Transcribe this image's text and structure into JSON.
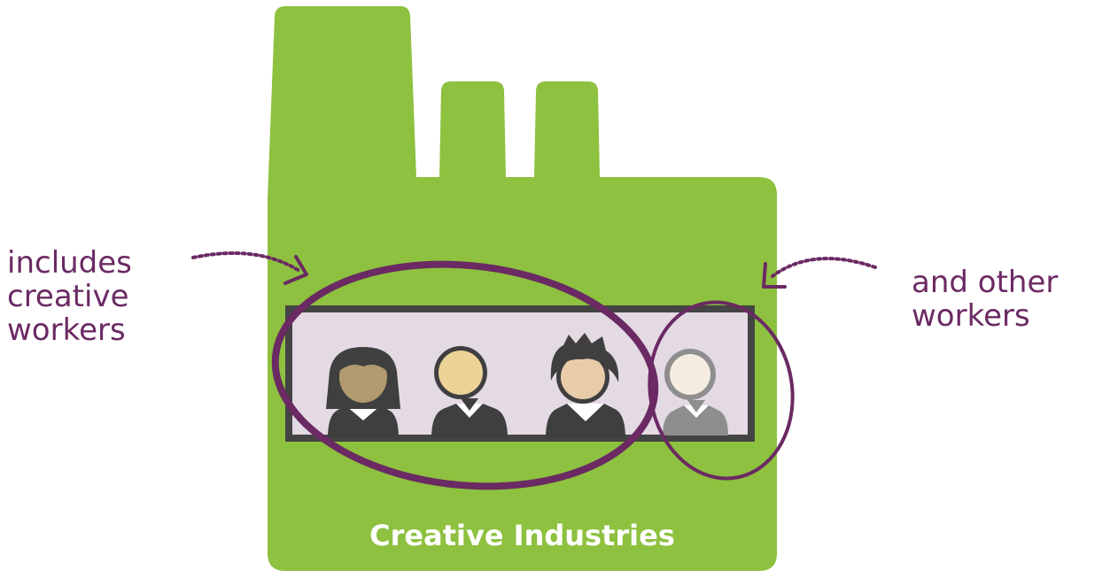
{
  "diagram": {
    "factory_label": "Creative Industries",
    "left_label": [
      "includes",
      "creative",
      "workers"
    ],
    "right_label": [
      "and other",
      "workers"
    ],
    "colors": {
      "factory_green": "#8dc13f",
      "window_fill": "#e3dae4",
      "window_frame": "#444444",
      "accent_purple": "#6b2a63",
      "dark_person": "#3f3f3f",
      "grey_person": "#8e8e8e"
    },
    "people": [
      {
        "role": "creative-worker",
        "hair": "long",
        "skin": "#b09a6e",
        "body": "#3f3f3f"
      },
      {
        "role": "creative-worker",
        "hair": "none",
        "skin": "#ecd396",
        "body": "#3f3f3f"
      },
      {
        "role": "creative-worker",
        "hair": "spiky",
        "skin": "#e8ccaa",
        "body": "#3f3f3f"
      },
      {
        "role": "other-worker",
        "hair": "none",
        "skin": "#f4ede0",
        "body": "#8e8e8e"
      }
    ]
  }
}
